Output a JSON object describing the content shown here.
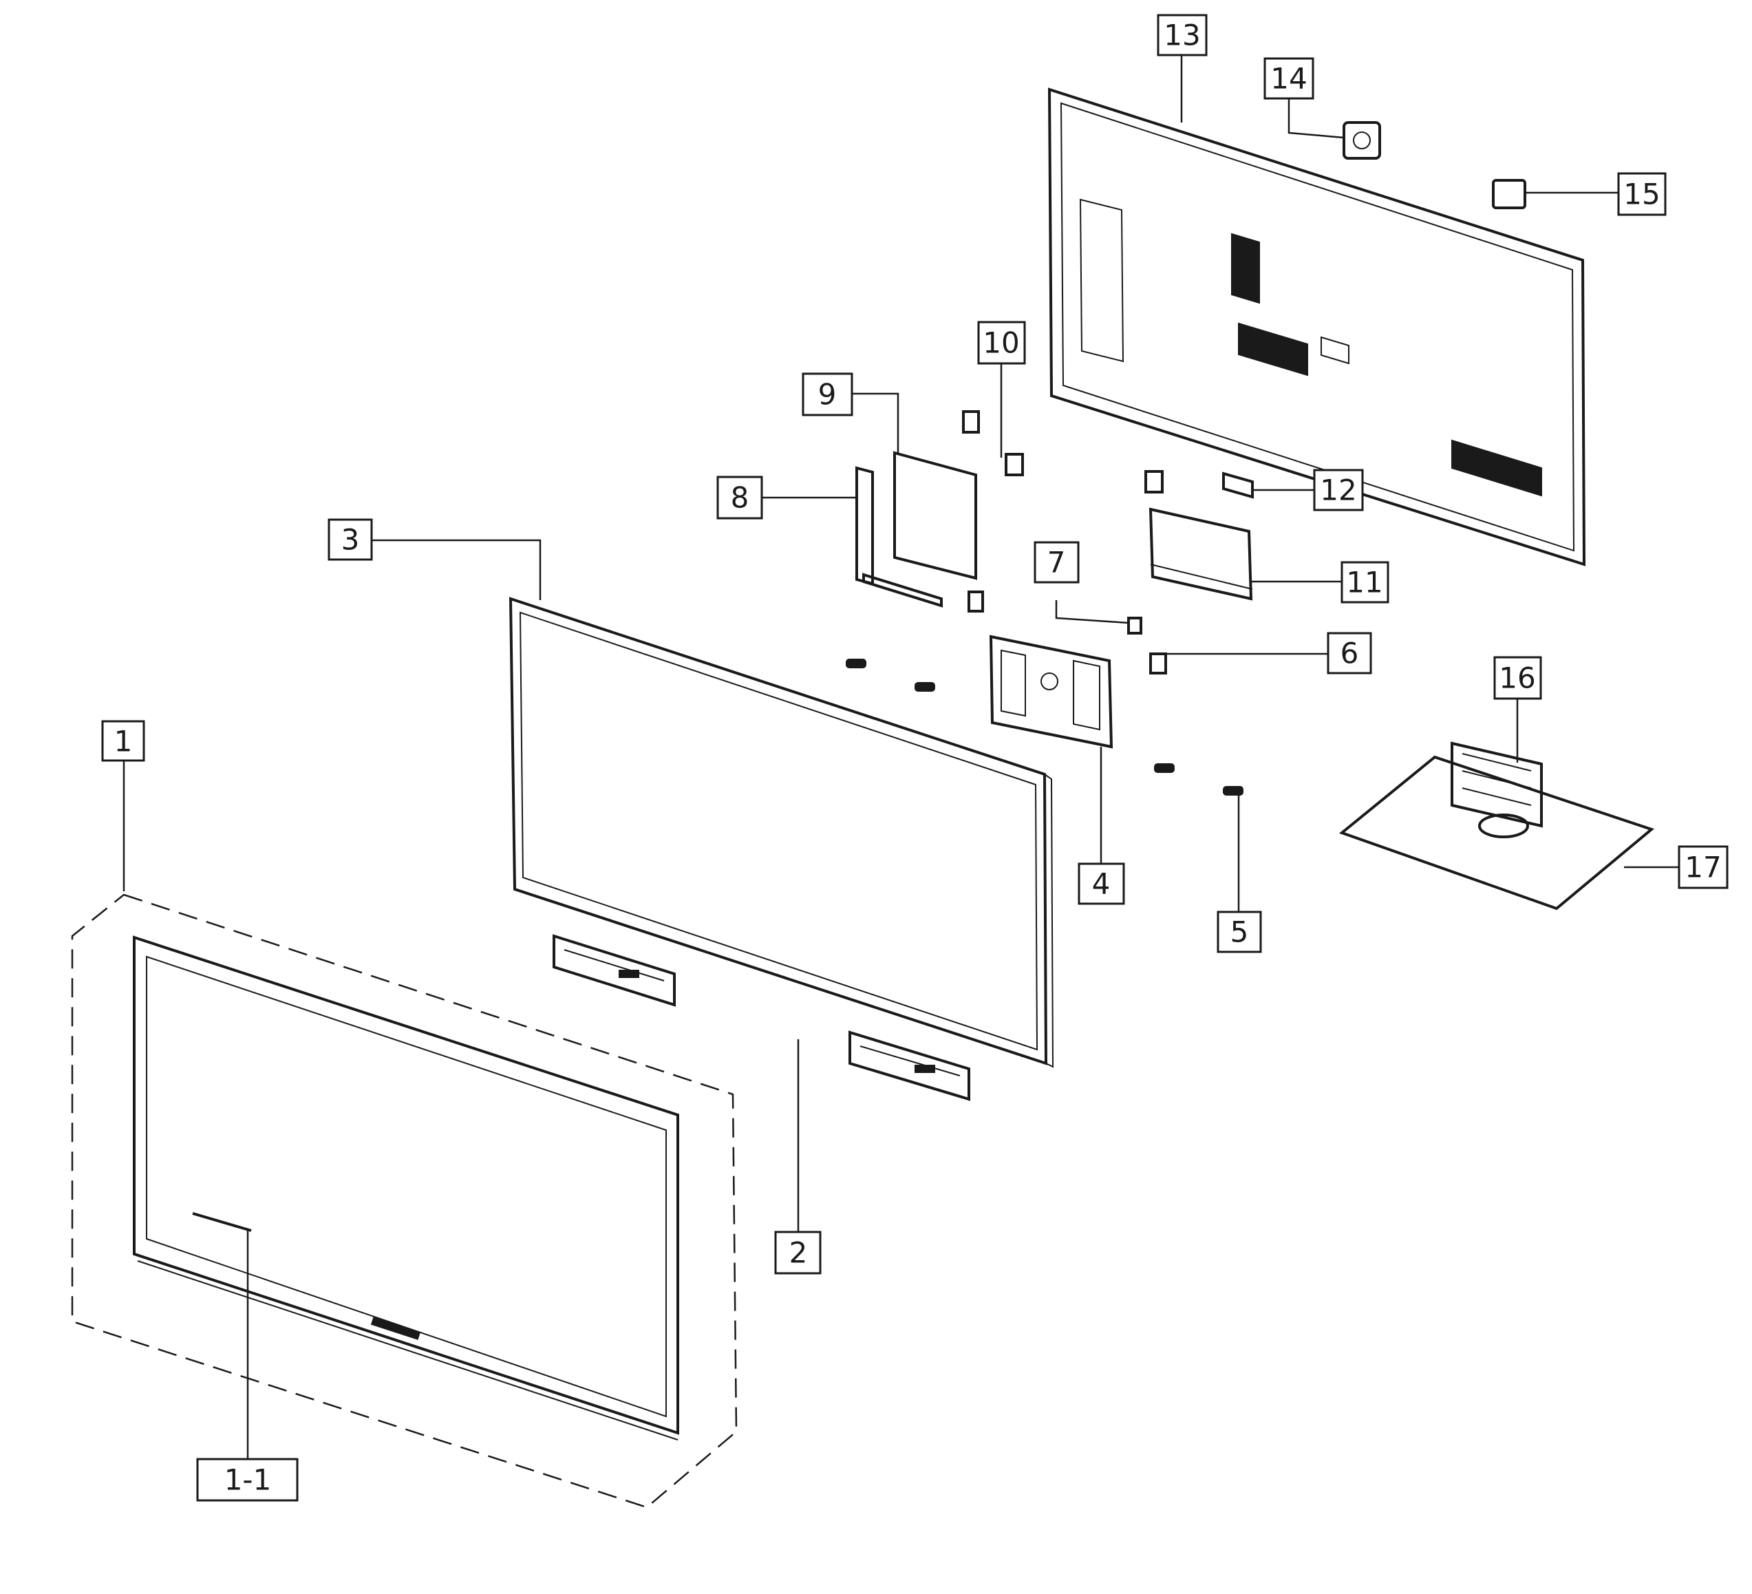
{
  "callouts": [
    {
      "id": "1",
      "label": "1"
    },
    {
      "id": "1-1",
      "label": "1-1"
    },
    {
      "id": "2",
      "label": "2"
    },
    {
      "id": "3",
      "label": "3"
    },
    {
      "id": "4",
      "label": "4"
    },
    {
      "id": "5",
      "label": "5"
    },
    {
      "id": "6",
      "label": "6"
    },
    {
      "id": "7",
      "label": "7"
    },
    {
      "id": "8",
      "label": "8"
    },
    {
      "id": "9",
      "label": "9"
    },
    {
      "id": "10",
      "label": "10"
    },
    {
      "id": "11",
      "label": "11"
    },
    {
      "id": "12",
      "label": "12"
    },
    {
      "id": "13",
      "label": "13"
    },
    {
      "id": "14",
      "label": "14"
    },
    {
      "id": "15",
      "label": "15"
    },
    {
      "id": "16",
      "label": "16"
    },
    {
      "id": "17",
      "label": "17"
    }
  ],
  "colors": {
    "ink": "#1a1a1a",
    "paper": "#ffffff"
  }
}
